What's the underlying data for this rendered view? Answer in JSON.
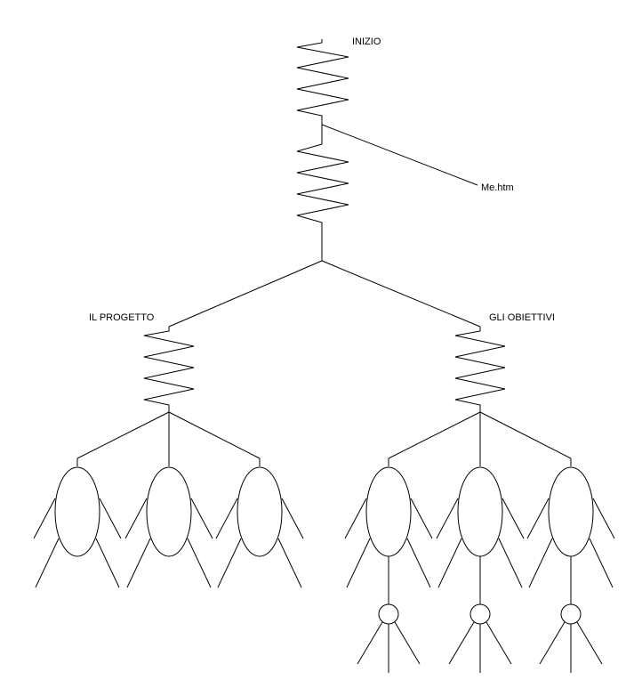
{
  "labels": {
    "inizio": "INIZIO",
    "me": "Me.htm",
    "progetto": "IL PROGETTO",
    "obiettivi": "GLI OBIETTIVI"
  },
  "colors": {
    "stroke": "#000000",
    "background": "#ffffff"
  }
}
